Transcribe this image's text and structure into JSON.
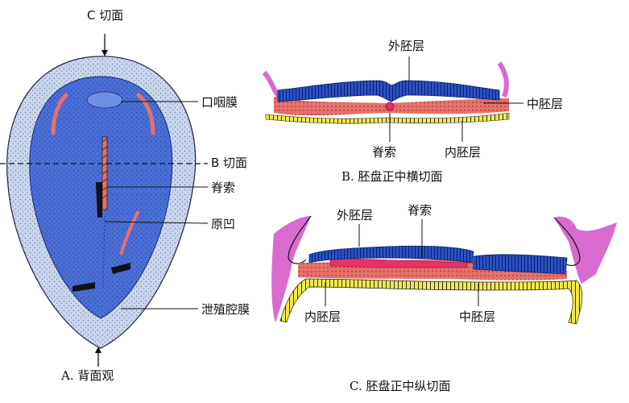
{
  "panel_a": {
    "section_c": "C 切面",
    "section_b": "B 切面",
    "oropharyngeal_membrane": "口咽膜",
    "notochord": "脊索",
    "primitive_pit": "原凹",
    "cloacal_membrane": "泄殖腔膜",
    "caption": "A. 背面观"
  },
  "panel_b": {
    "ectoderm": "外胚层",
    "mesoderm": "中胚层",
    "notochord": "脊索",
    "endoderm": "内胚层",
    "caption": "B. 胚盘正中横切面"
  },
  "panel_c": {
    "ectoderm": "外胚层",
    "notochord": "脊索",
    "endoderm": "内胚层",
    "mesoderm": "中胚层",
    "caption": "C. 胚盘正中纵切面"
  },
  "colors": {
    "ectoderm": "#2a52c8",
    "mesoderm": "#e8706a",
    "endoderm": "#f2e84a",
    "amnion": "#d86ad0",
    "disc_outer": "#c9d6ee",
    "disc_inner": "#4a6fd8"
  }
}
